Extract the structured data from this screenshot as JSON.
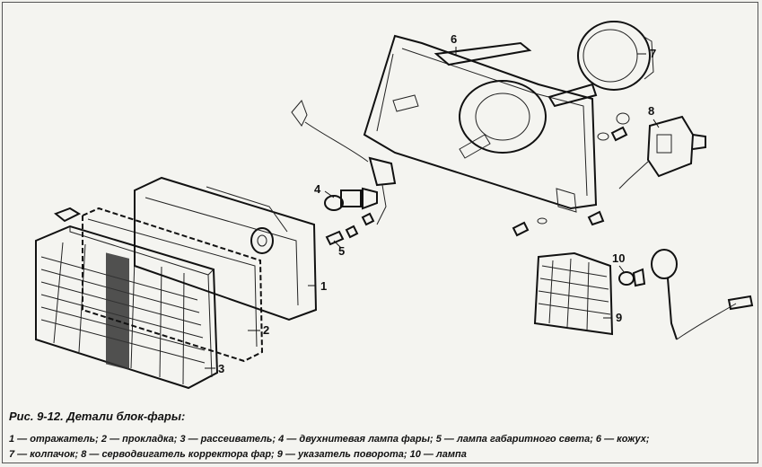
{
  "figure": {
    "callouts": [
      "1",
      "2",
      "3",
      "4",
      "5",
      "6",
      "7",
      "8",
      "9",
      "10"
    ],
    "caption_title": "Рис. 9-12. Детали блок-фары:",
    "legend_line1": "1 — отражатель; 2 — прокладка; 3 — рассеиватель; 4 — двухнитевая лампа фары; 5 — лампа габаритного света; 6 — кожух;",
    "legend_line2": "7 — колпачок; 8 — серводвигатель корректора фар; 9 — указатель поворота; 10 — лампа"
  }
}
